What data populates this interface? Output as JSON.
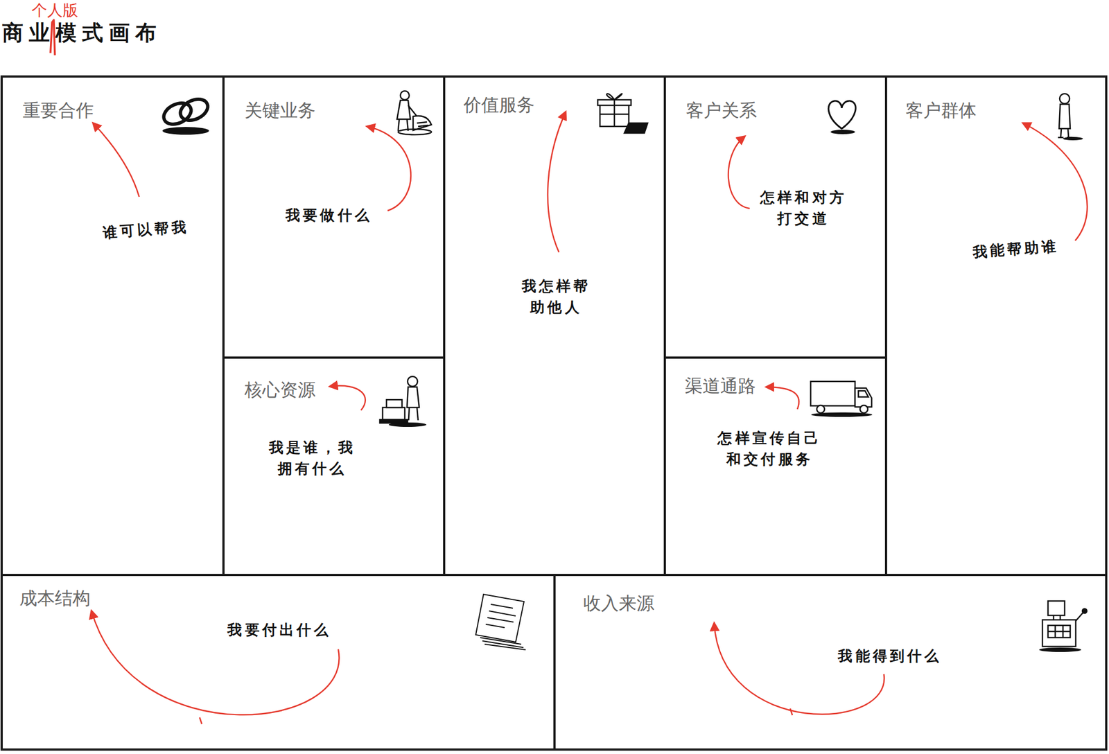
{
  "diagram": {
    "title": "商业模式画布",
    "nodes": [
      {
        "text": [
          "重要合作",
          "谁可以帮我"
        ]
      },
      {
        "text": [
          "关键业务",
          "我要做什么"
        ]
      },
      {
        "text": [
          "核心资源",
          "我是谁，我 拥有什么"
        ]
      },
      {
        "text": [
          "价值服务",
          "我怎样帮 助他人"
        ]
      },
      {
        "text": [
          "客户关系",
          "怎样和对方 打交道"
        ]
      },
      {
        "text": [
          "渠道通路",
          "怎样宣传自己 和交付服务"
        ]
      },
      {
        "text": [
          "客户群体",
          "我能帮助谁"
        ]
      },
      {
        "text": [
          "成本结构",
          "我要付出什么"
        ]
      },
      {
        "text": [
          "收入来源",
          "我能得到什么"
        ]
      }
    ],
    "labels": [
      "个人版"
    ]
  }
}
